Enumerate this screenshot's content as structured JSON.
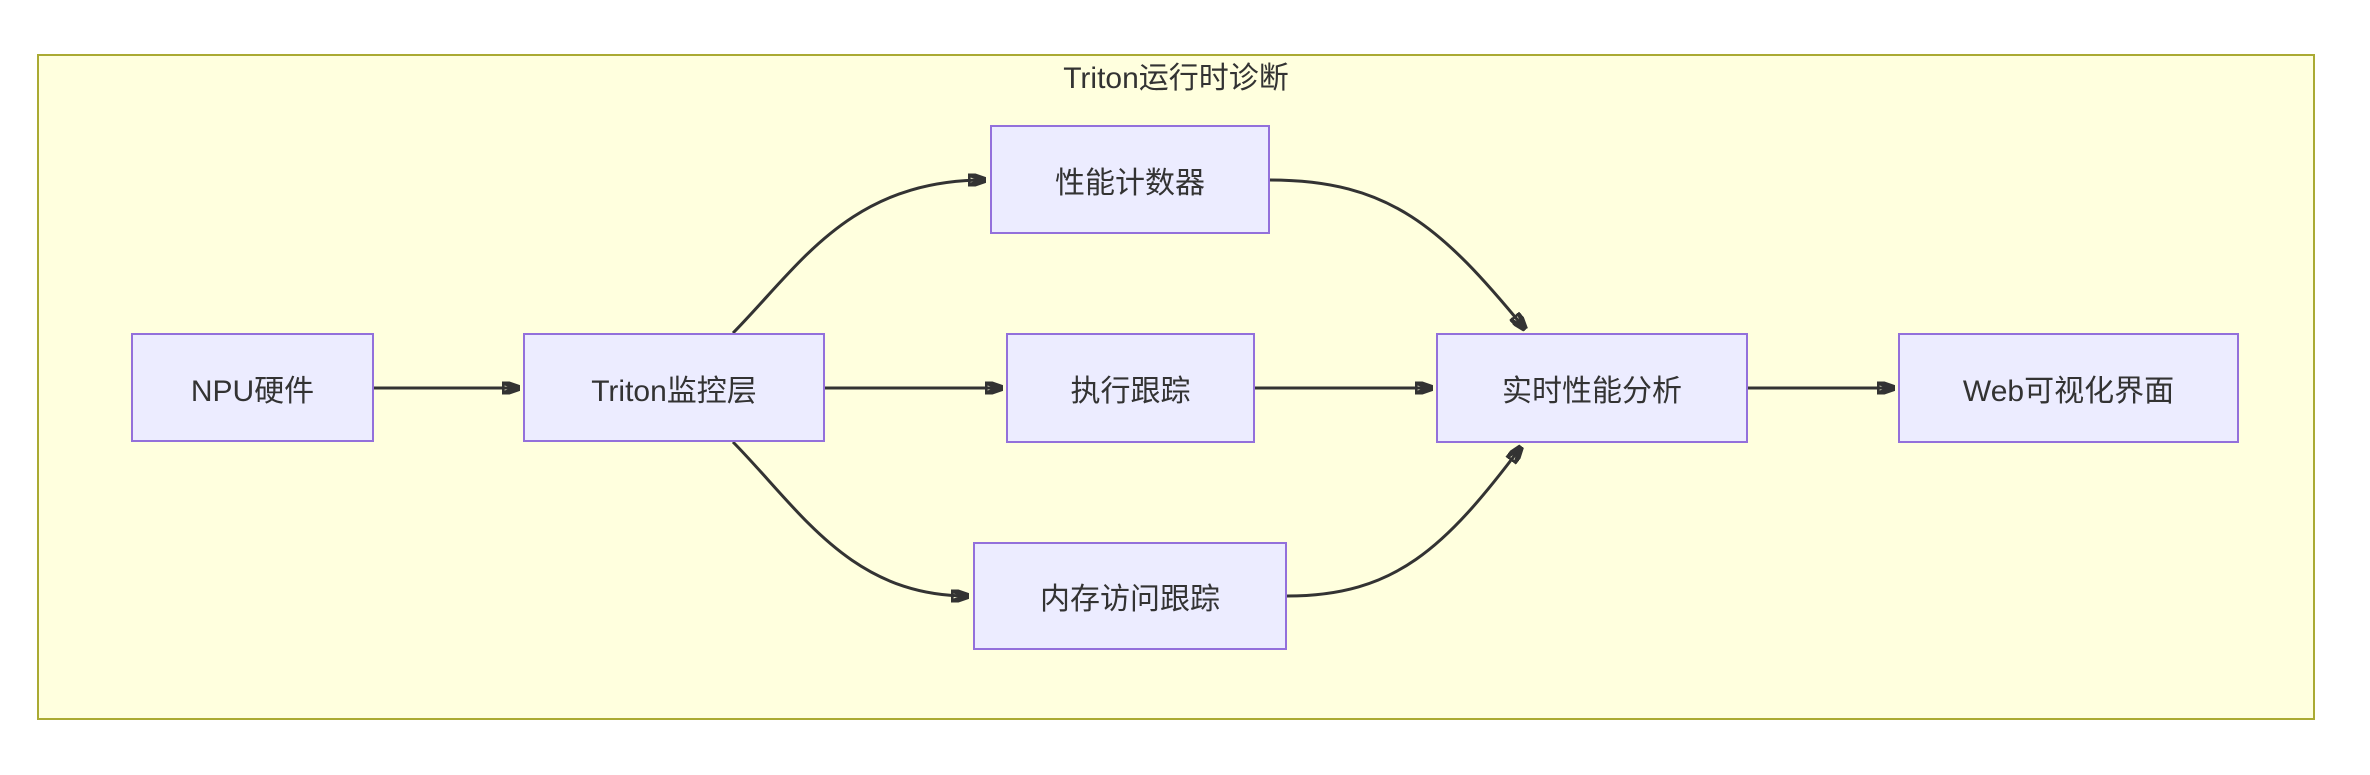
{
  "diagram": {
    "title": "Triton运行时诊断",
    "nodes": [
      {
        "id": "npu",
        "label": "NPU硬件"
      },
      {
        "id": "monitor",
        "label": "Triton监控层"
      },
      {
        "id": "perf_counter",
        "label": "性能计数器"
      },
      {
        "id": "exec_trace",
        "label": "执行跟踪"
      },
      {
        "id": "mem_trace",
        "label": "内存访问跟踪"
      },
      {
        "id": "rt_analysis",
        "label": "实时性能分析"
      },
      {
        "id": "web_ui",
        "label": "Web可视化界面"
      }
    ],
    "edges": [
      {
        "from": "NPU硬件",
        "to": "Triton监控层"
      },
      {
        "from": "Triton监控层",
        "to": "性能计数器"
      },
      {
        "from": "Triton监控层",
        "to": "执行跟踪"
      },
      {
        "from": "Triton监控层",
        "to": "内存访问跟踪"
      },
      {
        "from": "性能计数器",
        "to": "实时性能分析"
      },
      {
        "from": "执行跟踪",
        "to": "实时性能分析"
      },
      {
        "from": "内存访问跟踪",
        "to": "实时性能分析"
      },
      {
        "from": "实时性能分析",
        "to": "Web可视化界面"
      }
    ],
    "colors": {
      "canvas_background": "#ffffff",
      "container_fill": "#ffffde",
      "container_border": "#aaaa33",
      "node_fill": "#ececff",
      "node_border": "#9370db",
      "edge_stroke": "#333333",
      "text": "#333333"
    }
  }
}
